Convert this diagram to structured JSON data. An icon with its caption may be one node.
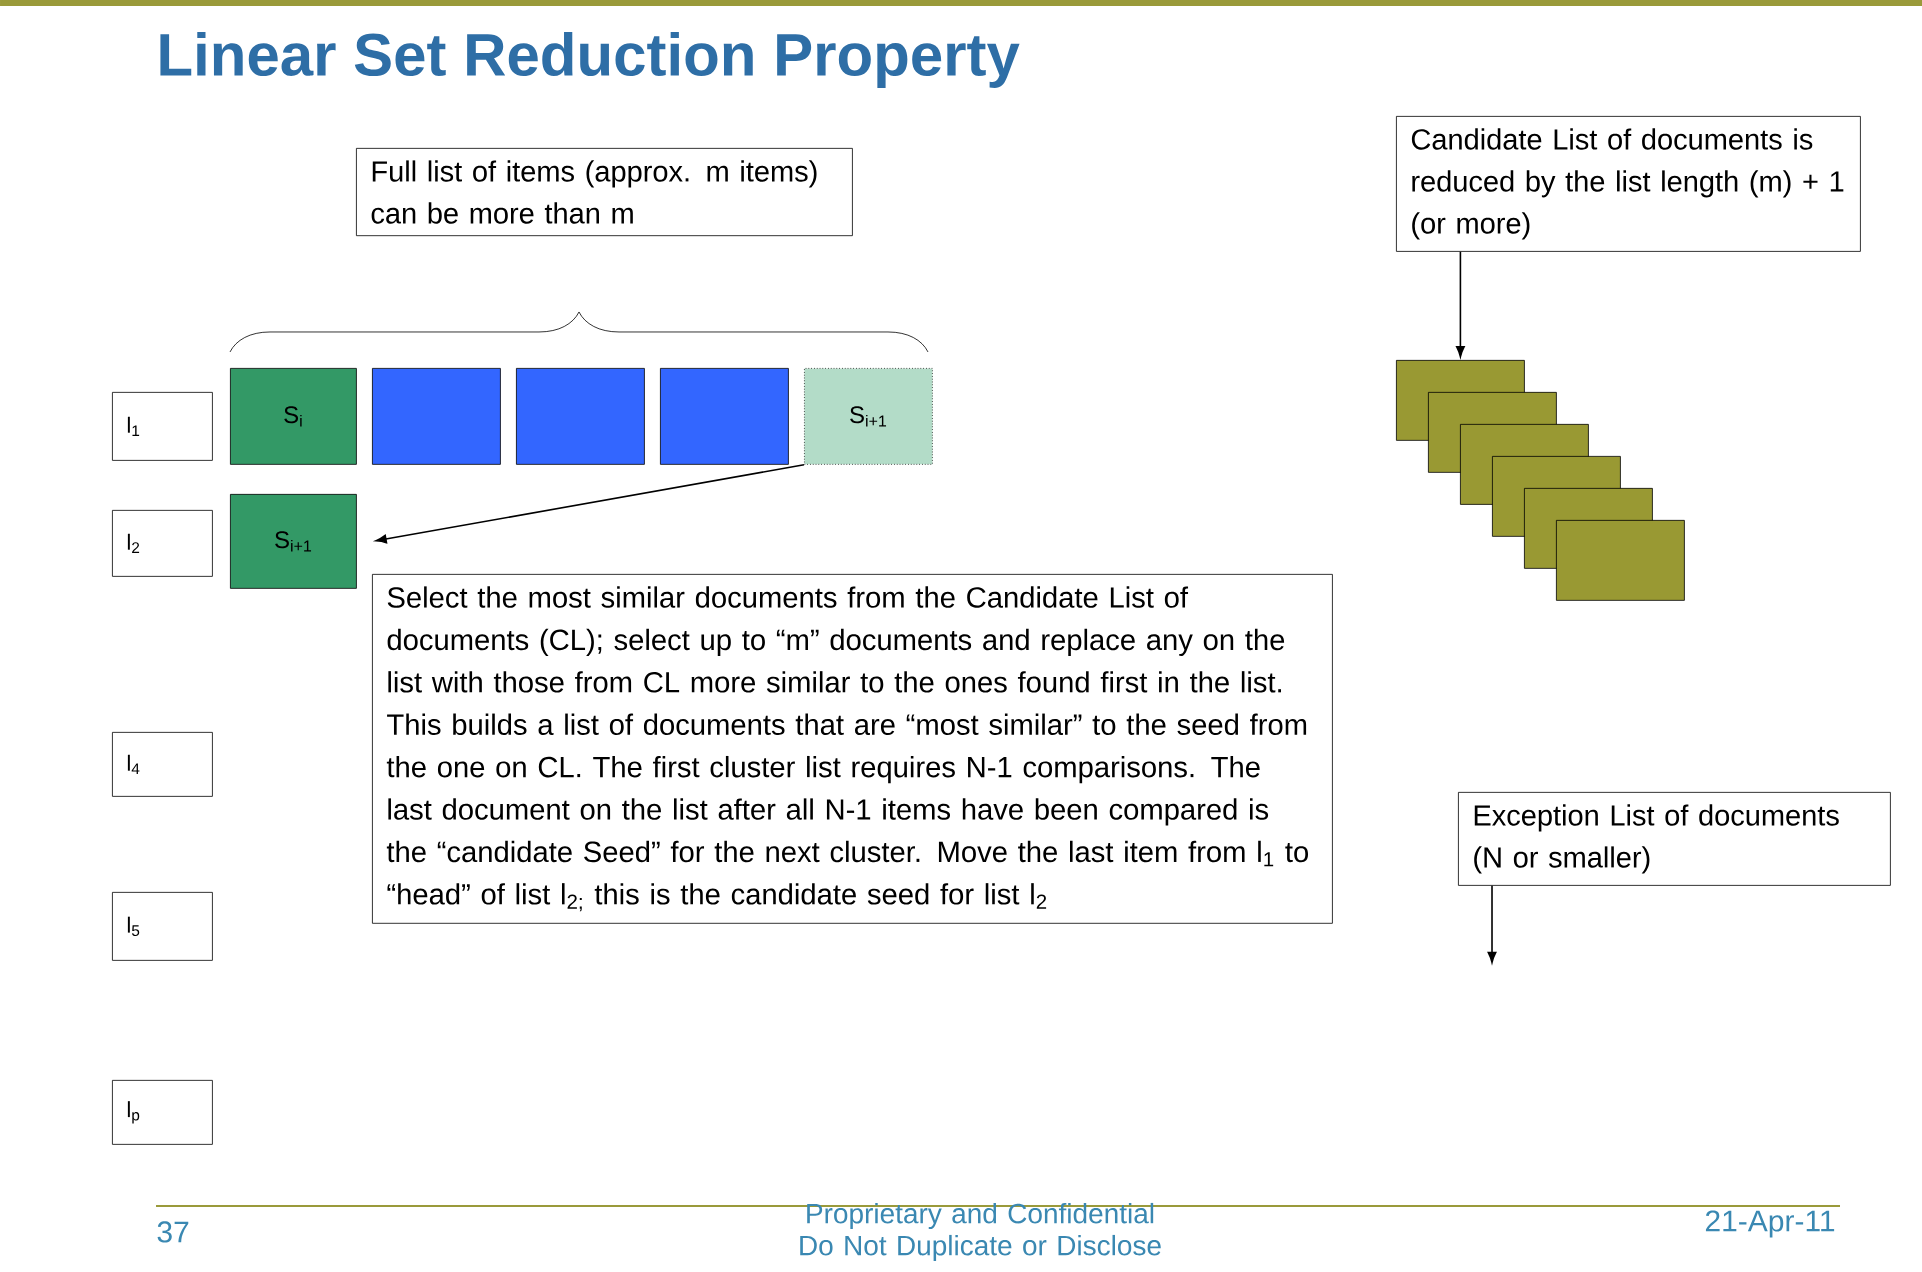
{
  "diagram": {
    "title": "Linear Set Reduction Property",
    "nodes": [
      {
        "text": [
          "l$_{1}$"
        ]
      },
      {
        "text": [
          "S$_{i}$"
        ]
      },
      {
        "text": [],
        "shape": "box"
      },
      {
        "text": [],
        "shape": "box"
      },
      {
        "text": [],
        "shape": "box"
      },
      {
        "text": [
          "S$_{i+1}$"
        ]
      },
      {
        "text": [
          "l$_{2}$"
        ]
      },
      {
        "text": [
          "S$_{i+1}$"
        ]
      },
      {
        "text": [
          "Full list of items  (approx. m items) can be more than m"
        ]
      },
      {
        "text": [
          "Select the most similar documents from the Candidate List of documents (CL); select up to “m” documents and replace any on the list with those from CL more similar to the ones found first in the list. This builds a list of documents that are “most similar” to the seed from the one on CL. The first cluster list requires N-1 comparisons. The last document on the list after all N-1 items have been compared is the “candidate Seed” for the next cluster. Move the last item from l$_{1}$ to “head” of list l$_{2;}$ this is the candidate seed for list l$_{2}$"
        ]
      },
      {
        "text": [
          "l$_{4}$"
        ]
      },
      {
        "text": [
          "l$_{5}$"
        ]
      },
      {
        "text": [
          "l$_{p}$"
        ]
      },
      {
        "text": [
          "Candidate List of documents is reduced by the list length (m) + 1 (or more)"
        ]
      },
      {
        "text": [],
        "shape": "box"
      },
      {
        "text": [],
        "shape": "box"
      },
      {
        "text": [],
        "shape": "box"
      },
      {
        "text": [],
        "shape": "box"
      },
      {
        "text": [],
        "shape": "box"
      },
      {
        "text": [],
        "shape": "box"
      },
      {
        "text": [
          "Exception List of documents (N or smaller)"
        ]
      }
    ],
    "edges": [
      {
        "from": 5,
        "to": 7,
        "arrow": "to"
      },
      {
        "from": 13,
        "to": 14,
        "arrow": "to"
      },
      {
        "from": 20,
        "to": null,
        "arrow": "to"
      }
    ],
    "labels": [
      "37",
      "Proprietary and Confidential Do Not Duplicate or Disclose",
      "21-Apr-11"
    ]
  }
}
